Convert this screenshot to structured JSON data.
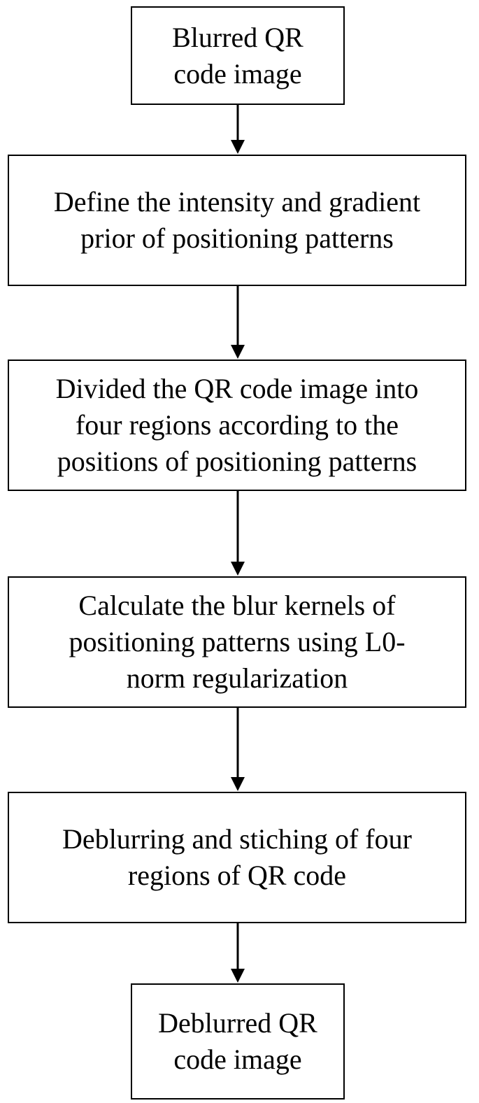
{
  "flowchart": {
    "nodes": [
      {
        "id": "start",
        "label": "Blurred QR\ncode image"
      },
      {
        "id": "step1",
        "label": "Define the intensity and gradient\nprior of positioning patterns"
      },
      {
        "id": "step2",
        "label": "Divided the QR code image into\nfour regions according to the\npositions of positioning patterns"
      },
      {
        "id": "step3",
        "label": "Calculate the blur kernels of\npositioning patterns using L0-\nnorm regularization"
      },
      {
        "id": "step4",
        "label": "Deblurring and stiching of four\nregions of QR code"
      },
      {
        "id": "end",
        "label": "Deblurred QR\ncode image"
      }
    ],
    "edges": [
      {
        "from": "start",
        "to": "step1"
      },
      {
        "from": "step1",
        "to": "step2"
      },
      {
        "from": "step2",
        "to": "step3"
      },
      {
        "from": "step3",
        "to": "step4"
      },
      {
        "from": "step4",
        "to": "end"
      }
    ]
  }
}
